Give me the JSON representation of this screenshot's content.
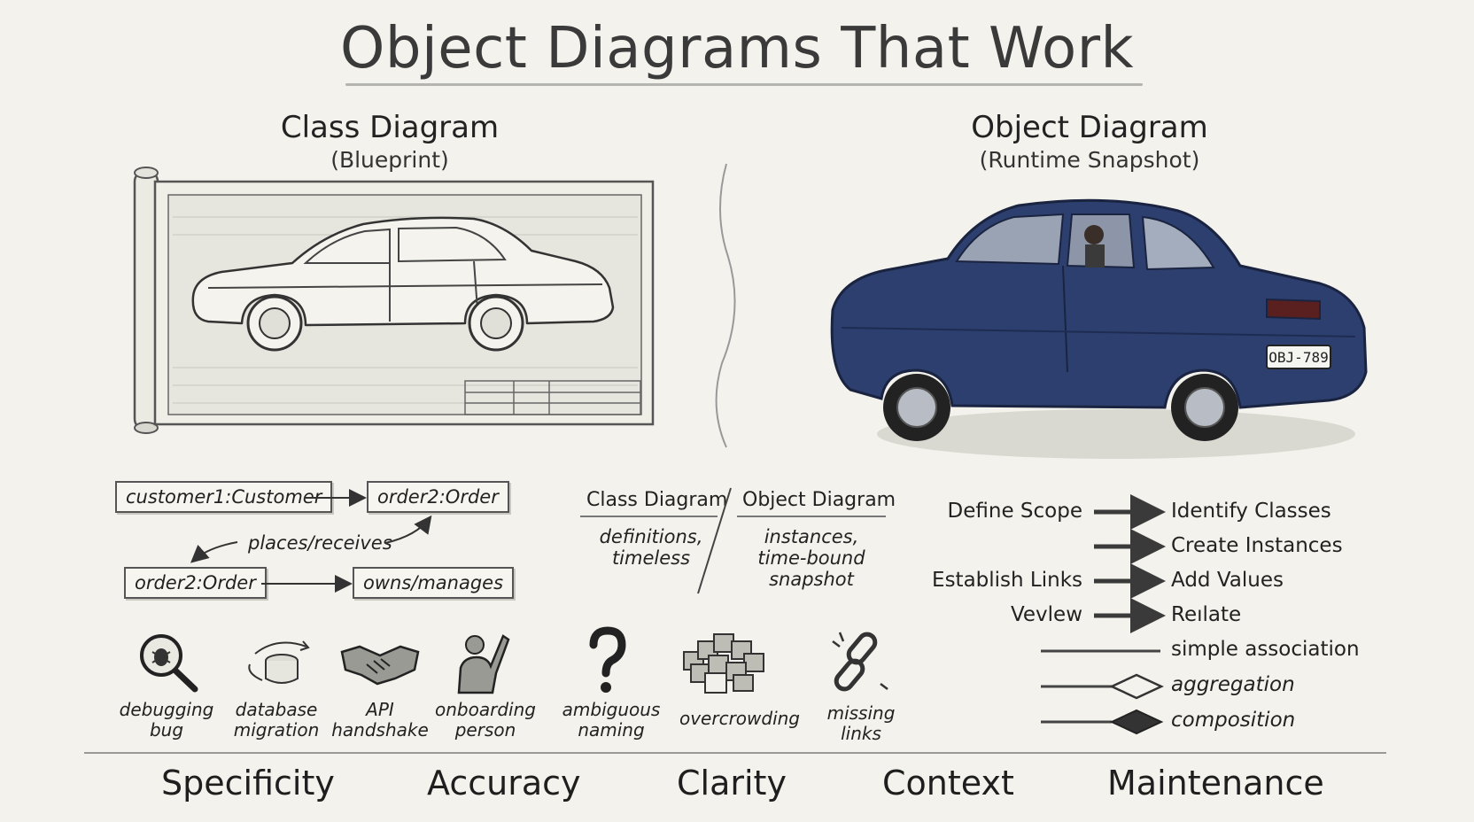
{
  "title": "Object Diagrams That Work",
  "class_section": {
    "heading": "Class Diagram",
    "subheading": "(Blueprint)"
  },
  "object_section": {
    "heading": "Object Diagram",
    "subheading": "(Runtime Snapshot)",
    "license_plate": "OBJ-789"
  },
  "object_links": {
    "customer_box": "customer1:Customer",
    "order_box_top": "order2:Order",
    "order_box_bottom": "order2:Order",
    "owns_box": "owns/manages",
    "link_label": "places/receives"
  },
  "comparison": {
    "left_heading": "Class Diagram",
    "right_heading": "Object Diagram",
    "left_text": [
      "definitions,",
      "timeless"
    ],
    "right_text": [
      "instances,",
      "time-bound",
      "snapshot"
    ]
  },
  "process_flow": [
    {
      "from": "Define Scope",
      "to": "Identify Classes"
    },
    {
      "from": "",
      "to": "Create Instances"
    },
    {
      "from": "Establish Links",
      "to": "Add Values"
    },
    {
      "from": "Vevlew",
      "to": "Reılate"
    }
  ],
  "legend": [
    {
      "kind": "line",
      "label": "simple association"
    },
    {
      "kind": "hollow-diamond",
      "label": "aggregation"
    },
    {
      "kind": "filled-diamond",
      "label": "composition"
    }
  ],
  "use_cases": [
    {
      "icon": "magnifier-bug-icon",
      "lines": [
        "debugging",
        "bug"
      ]
    },
    {
      "icon": "database-migration-icon",
      "lines": [
        "database",
        "migration"
      ]
    },
    {
      "icon": "handshake-icon",
      "lines": [
        "API",
        "handshake"
      ]
    },
    {
      "icon": "waving-person-icon",
      "lines": [
        "onboarding",
        "person"
      ]
    },
    {
      "icon": "question-mark-icon",
      "lines": [
        "ambiguous",
        "naming"
      ]
    },
    {
      "icon": "crowded-boxes-icon",
      "lines": [
        "overcrowding"
      ]
    },
    {
      "icon": "broken-chain-icon",
      "lines": [
        "missing",
        "links"
      ]
    }
  ],
  "principles": [
    "Specificity",
    "Accuracy",
    "Clarity",
    "Context",
    "Maintenance"
  ],
  "colors": {
    "car_blue": "#2c3f6e",
    "pencil": "#555555",
    "background": "#f3f2ec"
  }
}
